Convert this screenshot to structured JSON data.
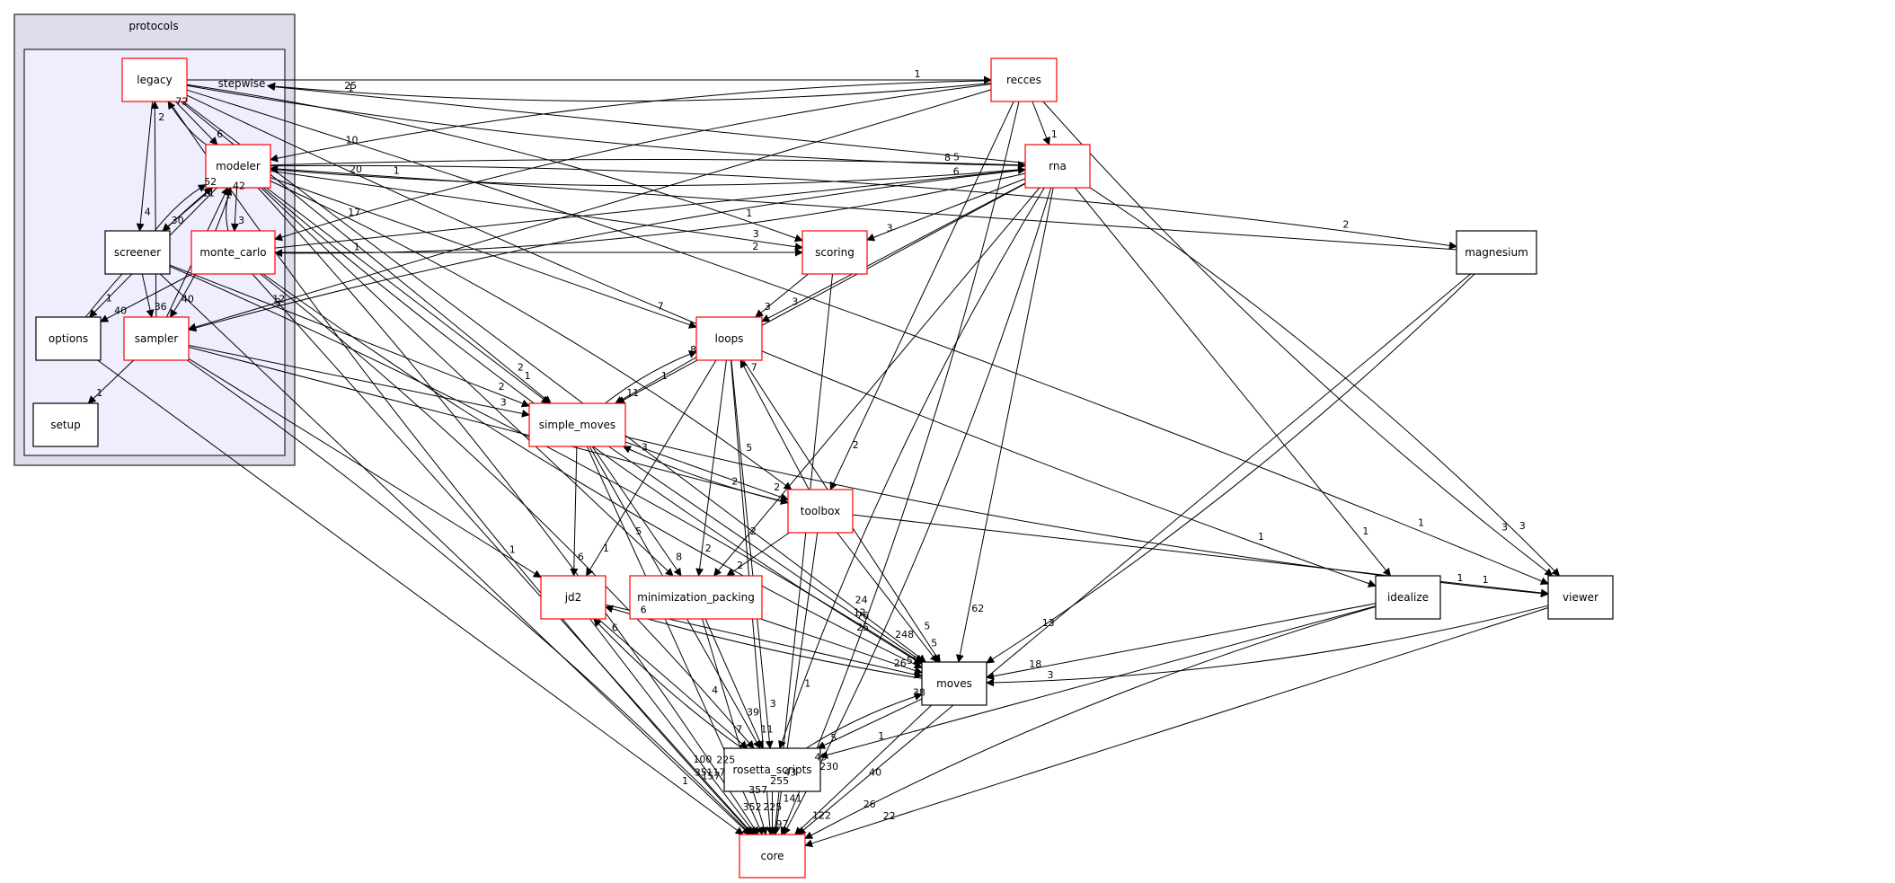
{
  "diagram": {
    "type": "directory-dependency-graph",
    "clusters": [
      {
        "id": "protocols",
        "label": "protocols"
      },
      {
        "id": "stepwise",
        "label": "stepwise"
      }
    ],
    "nodes": [
      {
        "id": "legacy",
        "label": "legacy",
        "cluster": "stepwise",
        "border": "red"
      },
      {
        "id": "modeler",
        "label": "modeler",
        "cluster": "stepwise",
        "border": "red"
      },
      {
        "id": "screener",
        "label": "screener",
        "cluster": "stepwise",
        "border": "black"
      },
      {
        "id": "monte_carlo",
        "label": "monte_carlo",
        "cluster": "stepwise",
        "border": "red"
      },
      {
        "id": "options",
        "label": "options",
        "cluster": "stepwise",
        "border": "black"
      },
      {
        "id": "sampler",
        "label": "sampler",
        "cluster": "stepwise",
        "border": "red"
      },
      {
        "id": "setup",
        "label": "setup",
        "cluster": "stepwise",
        "border": "black"
      },
      {
        "id": "recces",
        "label": "recces",
        "cluster": null,
        "border": "red"
      },
      {
        "id": "rna",
        "label": "rna",
        "cluster": null,
        "border": "red"
      },
      {
        "id": "scoring",
        "label": "scoring",
        "cluster": null,
        "border": "red"
      },
      {
        "id": "magnesium",
        "label": "magnesium",
        "cluster": null,
        "border": "black"
      },
      {
        "id": "loops",
        "label": "loops",
        "cluster": null,
        "border": "red"
      },
      {
        "id": "simple_moves",
        "label": "simple_moves",
        "cluster": null,
        "border": "red"
      },
      {
        "id": "toolbox",
        "label": "toolbox",
        "cluster": null,
        "border": "red"
      },
      {
        "id": "jd2",
        "label": "jd2",
        "cluster": null,
        "border": "red"
      },
      {
        "id": "minimization_packing",
        "label": "minimization_packing",
        "cluster": null,
        "border": "red"
      },
      {
        "id": "idealize",
        "label": "idealize",
        "cluster": null,
        "border": "black"
      },
      {
        "id": "viewer",
        "label": "viewer",
        "cluster": null,
        "border": "black"
      },
      {
        "id": "moves",
        "label": "moves",
        "cluster": null,
        "border": "black"
      },
      {
        "id": "rosetta_scripts",
        "label": "rosetta_scripts",
        "cluster": null,
        "border": "black"
      },
      {
        "id": "core",
        "label": "core",
        "cluster": null,
        "border": "red"
      }
    ],
    "edges": [
      {
        "from": "legacy",
        "to": "modeler",
        "label": "6"
      },
      {
        "from": "modeler",
        "to": "legacy",
        "label": "72"
      },
      {
        "from": "legacy",
        "to": "screener",
        "label": "4"
      },
      {
        "from": "sampler",
        "to": "legacy",
        "label": "2"
      },
      {
        "from": "legacy",
        "to": "recces",
        "label": "1"
      },
      {
        "from": "legacy",
        "to": "rna",
        "label": "8"
      },
      {
        "from": "legacy",
        "to": "scoring",
        "label": "1"
      },
      {
        "from": "legacy",
        "to": "simple_moves",
        "label": "2"
      },
      {
        "from": "legacy",
        "to": "idealize",
        "label": "1"
      },
      {
        "from": "legacy",
        "to": "viewer",
        "label": "1"
      },
      {
        "from": "legacy",
        "to": "moves",
        "label": "24"
      },
      {
        "from": "legacy",
        "to": "core",
        "label": "100"
      },
      {
        "from": "recces",
        "to": "stepwise",
        "label": "25"
      },
      {
        "from": "rna",
        "to": "stepwise",
        "label": "1"
      },
      {
        "from": "recces",
        "to": "modeler",
        "label": "10"
      },
      {
        "from": "rna",
        "to": "modeler",
        "label": "20"
      },
      {
        "from": "magnesium",
        "to": "modeler",
        "label": "1"
      },
      {
        "from": "modeler",
        "to": "screener",
        "label": "30"
      },
      {
        "from": "screener",
        "to": "modeler",
        "label": "52"
      },
      {
        "from": "modeler",
        "to": "monte_carlo",
        "label": "3"
      },
      {
        "from": "monte_carlo",
        "to": "modeler",
        "label": "42"
      },
      {
        "from": "modeler",
        "to": "options",
        "label": "1"
      },
      {
        "from": "options",
        "to": "modeler",
        "label": "11"
      },
      {
        "from": "sampler",
        "to": "modeler",
        "label": "1"
      },
      {
        "from": "modeler",
        "to": "sampler",
        "label": "40"
      },
      {
        "from": "modeler",
        "to": "rna",
        "label": "5"
      },
      {
        "from": "modeler",
        "to": "scoring",
        "label": "3"
      },
      {
        "from": "modeler",
        "to": "magnesium",
        "label": "2"
      },
      {
        "from": "modeler",
        "to": "loops",
        "label": "7"
      },
      {
        "from": "modeler",
        "to": "simple_moves",
        "label": "1"
      },
      {
        "from": "modeler",
        "to": "toolbox",
        "label": "5"
      },
      {
        "from": "modeler",
        "to": "minimization_packing",
        "label": "5"
      },
      {
        "from": "modeler",
        "to": "moves",
        "label": "76"
      },
      {
        "from": "modeler",
        "to": "core",
        "label": "225"
      },
      {
        "from": "screener",
        "to": "sampler",
        "label": "36"
      },
      {
        "from": "screener",
        "to": "simple_moves",
        "label": "2"
      },
      {
        "from": "screener",
        "to": "moves",
        "label": "12"
      },
      {
        "from": "screener",
        "to": "core",
        "label": "35"
      },
      {
        "from": "monte_carlo",
        "to": "options",
        "label": "40"
      },
      {
        "from": "monte_carlo",
        "to": "scoring",
        "label": "2"
      },
      {
        "from": "monte_carlo",
        "to": "rna",
        "label": "6"
      },
      {
        "from": "monte_carlo",
        "to": "moves",
        "label": "25"
      },
      {
        "from": "monte_carlo",
        "to": "rosetta_scripts",
        "label": "4"
      },
      {
        "from": "monte_carlo",
        "to": "core",
        "label": "117"
      },
      {
        "from": "recces",
        "to": "monte_carlo",
        "label": "17"
      },
      {
        "from": "rna",
        "to": "monte_carlo",
        "label": "1"
      },
      {
        "from": "options",
        "to": "core",
        "label": "1"
      },
      {
        "from": "sampler",
        "to": "setup",
        "label": "1"
      },
      {
        "from": "sampler",
        "to": "simple_moves",
        "label": "3"
      },
      {
        "from": "sampler",
        "to": "toolbox",
        "label": "2"
      },
      {
        "from": "sampler",
        "to": "jd2",
        "label": "1"
      },
      {
        "from": "sampler",
        "to": "core",
        "label": "157"
      },
      {
        "from": "recces",
        "to": "sampler",
        "label": "12"
      },
      {
        "from": "rna",
        "to": "sampler",
        "label": "3"
      },
      {
        "from": "recces",
        "to": "rna",
        "label": "1"
      },
      {
        "from": "recces",
        "to": "toolbox",
        "label": "2"
      },
      {
        "from": "recces",
        "to": "viewer",
        "label": "3"
      },
      {
        "from": "recces",
        "to": "core",
        "label": "49"
      },
      {
        "from": "rna",
        "to": "scoring",
        "label": "3"
      },
      {
        "from": "rna",
        "to": "loops",
        "label": "3"
      },
      {
        "from": "rna",
        "to": "simple_moves",
        "label": "1"
      },
      {
        "from": "rna",
        "to": "minimization_packing",
        "label": "2"
      },
      {
        "from": "rna",
        "to": "idealize",
        "label": "1"
      },
      {
        "from": "rna",
        "to": "viewer",
        "label": "3"
      },
      {
        "from": "rna",
        "to": "moves",
        "label": "62"
      },
      {
        "from": "rna",
        "to": "rosetta_scripts",
        "label": "1"
      },
      {
        "from": "rna",
        "to": "core",
        "label": "230"
      },
      {
        "from": "scoring",
        "to": "loops",
        "label": "3"
      },
      {
        "from": "scoring",
        "to": "core",
        "label": "43"
      },
      {
        "from": "magnesium",
        "to": "moves",
        "label": "13"
      },
      {
        "from": "magnesium",
        "to": "core",
        "label": "40"
      },
      {
        "from": "loops",
        "to": "simple_moves",
        "label": "11"
      },
      {
        "from": "simple_moves",
        "to": "loops",
        "label": "8"
      },
      {
        "from": "toolbox",
        "to": "loops",
        "label": "7"
      },
      {
        "from": "loops",
        "to": "jd2",
        "label": "1"
      },
      {
        "from": "loops",
        "to": "minimization_packing",
        "label": "2"
      },
      {
        "from": "loops",
        "to": "moves",
        "label": "5"
      },
      {
        "from": "loops",
        "to": "rosetta_scripts",
        "label": "3"
      },
      {
        "from": "loops",
        "to": "core",
        "label": "255"
      },
      {
        "from": "simple_moves",
        "to": "toolbox",
        "label": "2"
      },
      {
        "from": "toolbox",
        "to": "simple_moves",
        "label": "3"
      },
      {
        "from": "simple_moves",
        "to": "jd2",
        "label": "6"
      },
      {
        "from": "simple_moves",
        "to": "minimization_packing",
        "label": "8"
      },
      {
        "from": "simple_moves",
        "to": "viewer",
        "label": "1"
      },
      {
        "from": "simple_moves",
        "to": "moves",
        "label": "248"
      },
      {
        "from": "simple_moves",
        "to": "rosetta_scripts",
        "label": "39"
      },
      {
        "from": "simple_moves",
        "to": "core",
        "label": "357"
      },
      {
        "from": "toolbox",
        "to": "minimization_packing",
        "label": "2"
      },
      {
        "from": "toolbox",
        "to": "viewer",
        "label": "1"
      },
      {
        "from": "toolbox",
        "to": "moves",
        "label": "5"
      },
      {
        "from": "toolbox",
        "to": "core",
        "label": "141"
      },
      {
        "from": "jd2",
        "to": "moves",
        "label": "26"
      },
      {
        "from": "moves",
        "to": "jd2",
        "label": "6"
      },
      {
        "from": "jd2",
        "to": "rosetta_scripts",
        "label": "7"
      },
      {
        "from": "rosetta_scripts",
        "to": "jd2",
        "label": "6"
      },
      {
        "from": "jd2",
        "to": "core",
        "label": "352"
      },
      {
        "from": "minimization_packing",
        "to": "moves",
        "label": "55"
      },
      {
        "from": "minimization_packing",
        "to": "rosetta_scripts",
        "label": "11"
      },
      {
        "from": "minimization_packing",
        "to": "core",
        "label": "225"
      },
      {
        "from": "idealize",
        "to": "moves",
        "label": "18"
      },
      {
        "from": "idealize",
        "to": "rosetta_scripts",
        "label": "1"
      },
      {
        "from": "idealize",
        "to": "core",
        "label": "26"
      },
      {
        "from": "viewer",
        "to": "moves",
        "label": "3"
      },
      {
        "from": "viewer",
        "to": "core",
        "label": "22"
      },
      {
        "from": "moves",
        "to": "rosetta_scripts",
        "label": "5"
      },
      {
        "from": "rosetta_scripts",
        "to": "moves",
        "label": "38"
      },
      {
        "from": "moves",
        "to": "core",
        "label": "122"
      },
      {
        "from": "rosetta_scripts",
        "to": "core",
        "label": "97"
      }
    ]
  }
}
